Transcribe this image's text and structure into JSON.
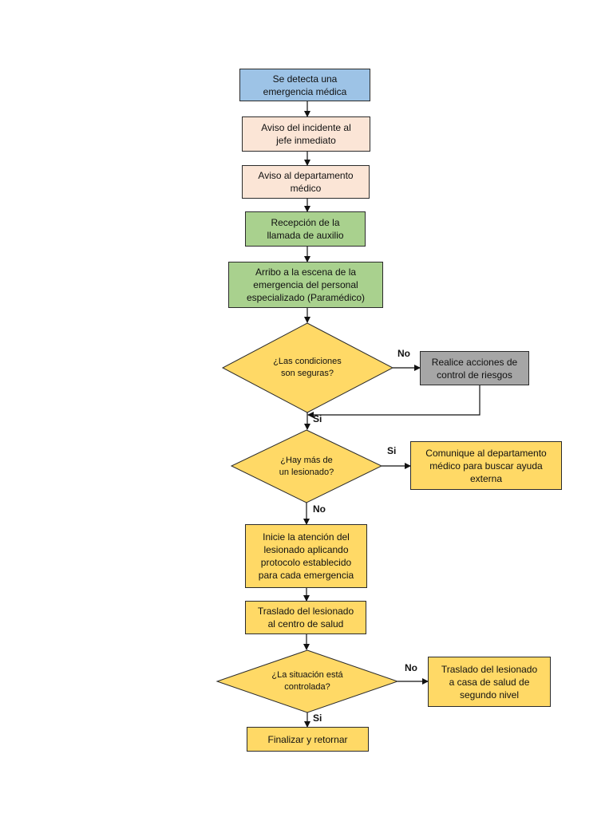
{
  "colors": {
    "blue": "#9dc3e6",
    "peach": "#fbe5d6",
    "green": "#a9d18e",
    "gray": "#a6a6a6",
    "yellow": "#ffd966",
    "border": "#2b2b2b"
  },
  "nodes": {
    "detect": "Se detecta una\nemergencia médica",
    "notify_boss": "Aviso del incidente al\njefe inmediato",
    "notify_medical": "Aviso al departamento\nmédico",
    "reception": "Recepción de la\nllamada de auxilio",
    "arrival": "Arribo a la escena de la\nemergencia del personal\nespecializado (Paramédico)",
    "decision_safe": "¿Las condiciones\nson seguras?",
    "risk_control": "Realice acciones de\ncontrol de riesgos",
    "decision_multiple": "¿Hay más de\nun lesionado?",
    "external_help": "Comunique al departamento\nmédico para buscar ayuda\nexterna",
    "start_care": "Inicie la atención del\nlesionado aplicando\nprotocolo establecido\npara cada emergencia",
    "transfer_health": "Traslado del lesionado\nal centro de salud",
    "decision_controlled": "¿La situación está\ncontrolada?",
    "transfer_second": "Traslado del lesionado\na casa de salud de\nsegundo nivel",
    "finish": "Finalizar y retornar"
  },
  "edge_labels": {
    "safe_no": "No",
    "safe_yes": "Si",
    "multiple_yes": "Si",
    "multiple_no": "No",
    "controlled_no": "No",
    "controlled_yes": "Si"
  }
}
